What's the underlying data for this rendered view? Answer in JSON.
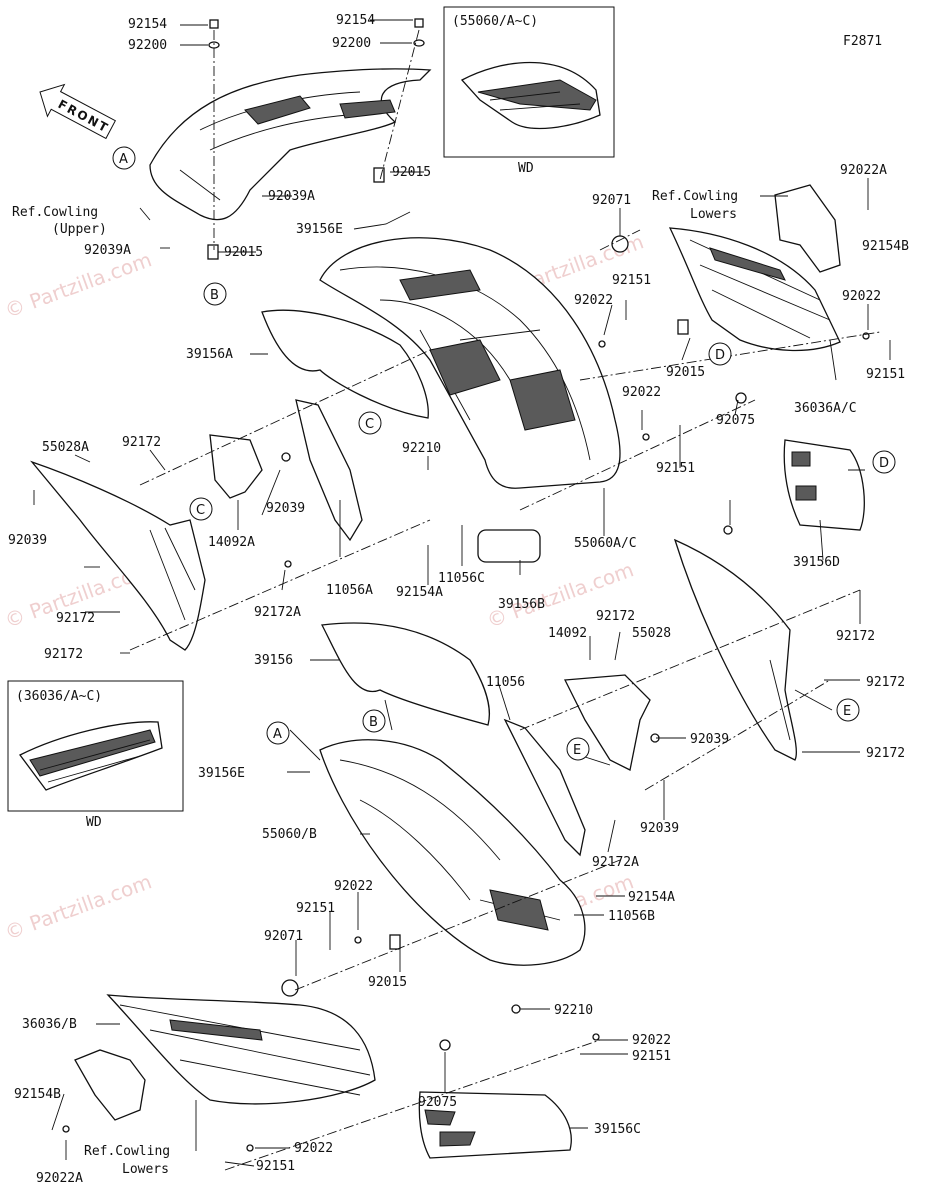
{
  "figure_code": "F2871",
  "front_label": "FRONT",
  "watermark": "© Partzilla.com",
  "insets": {
    "top": {
      "title": "(55060/A~C)",
      "caption": "WD"
    },
    "left": {
      "title": "(36036/A~C)",
      "caption": "WD"
    }
  },
  "references": {
    "cowling_upper": {
      "line1": "Ref.Cowling",
      "line2": "(Upper)"
    },
    "cowling_lowers_top": {
      "line1": "Ref.Cowling",
      "line2": "Lowers"
    },
    "cowling_lowers_bottom": {
      "line1": "Ref.Cowling",
      "line2": "Lowers"
    }
  },
  "callouts": {
    "A": "A",
    "B": "B",
    "C": "C",
    "D": "D",
    "E": "E"
  },
  "part_labels": [
    "92154",
    "92200",
    "92039A",
    "92015",
    "92154",
    "92200",
    "92015",
    "39156E",
    "92022A",
    "92154B",
    "92071",
    "92151",
    "92022",
    "92015",
    "92022",
    "92151",
    "36036A/C",
    "39156A",
    "55028A",
    "92172",
    "92039",
    "14092A",
    "92172",
    "92172",
    "92210",
    "11056C",
    "92154A",
    "92022",
    "92151",
    "92075",
    "55060A/C",
    "39156B",
    "11056A",
    "92172A",
    "92039",
    "39156D",
    "39156",
    "14092",
    "92172",
    "55028",
    "92172",
    "92172",
    "92172",
    "11056",
    "92039",
    "39156E",
    "55060/B",
    "92039",
    "92172A",
    "92154A",
    "11056B",
    "92022",
    "92151",
    "92071",
    "92015",
    "36036/B",
    "92210",
    "92075",
    "92022",
    "92151",
    "39156C",
    "92154B",
    "92022A",
    "92022",
    "92151",
    "92039A"
  ]
}
